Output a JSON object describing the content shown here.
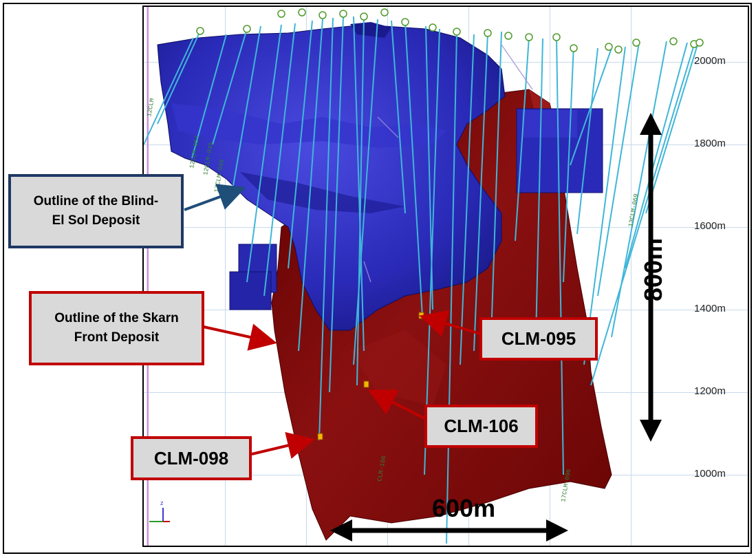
{
  "elevations": [
    "2000m",
    "1800m",
    "1600m",
    "1400m",
    "1200m",
    "1000m"
  ],
  "callouts": {
    "blind_el_sol": "Outline of the Blind-El Sol Deposit",
    "blind_el_sol_line1": "Outline of the Blind-",
    "blind_el_sol_line2": "El Sol Deposit",
    "skarn_front_line1": "Outline of the Skarn",
    "skarn_front_line2": "Front Deposit",
    "clm_095": "CLM-095",
    "clm_106": "CLM-106",
    "clm_098": "CLM-098"
  },
  "dimensions": {
    "vertical": "800m",
    "horizontal": "600m"
  },
  "hole_labels": [
    "12CLM",
    "12CLM-045",
    "12CLM-057",
    "17CLM-099",
    "13CLM-069",
    "17CLM-096",
    "CLM-106"
  ],
  "axis_indicator": "z",
  "colors": {
    "blind_el_sol_fill": "#2a2ab8",
    "skarn_front_fill": "#7a0a0a",
    "drill_trace": "#3fb6d8",
    "callout_blue_border": "#1f3864",
    "callout_red_border": "#c00000",
    "callout_fill": "#d9d9d9",
    "grid": "#c7d9ec",
    "arrow_blue": "#1f4e79",
    "arrow_red": "#c00000",
    "collar": "#4e9a2a",
    "intercept": "#f2b705"
  }
}
